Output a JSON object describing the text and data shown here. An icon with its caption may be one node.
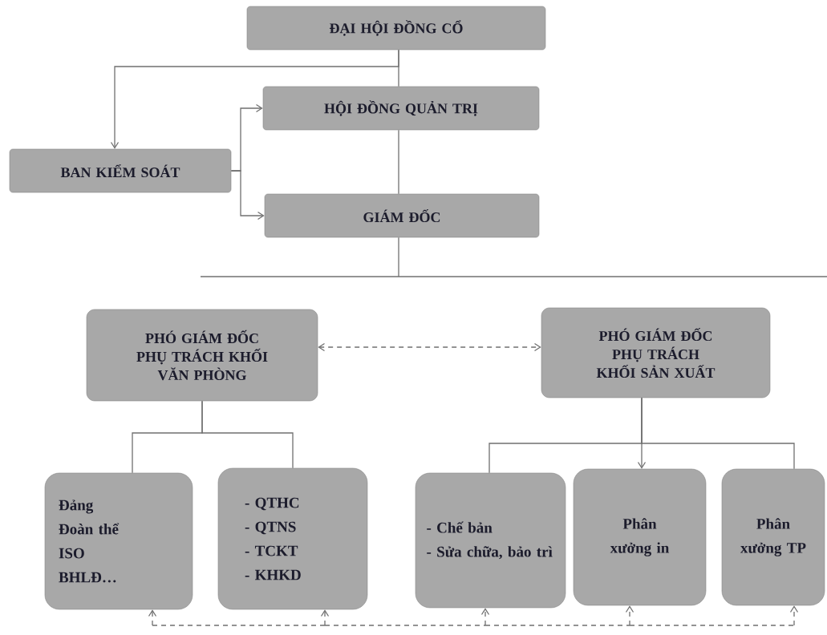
{
  "diagram": {
    "nodes": [
      {
        "text": [
          "ĐẠI HỘI ĐỒNG CỔ"
        ]
      },
      {
        "text": [
          "HỘI ĐỒNG QUẢN TRỊ"
        ]
      },
      {
        "text": [
          "BAN KIỂM SOÁT"
        ]
      },
      {
        "text": [
          "GIÁM ĐỐC"
        ]
      },
      {
        "text": [
          "PHÓ GIÁM ĐỐC PHỤ TRÁCH KHỐI VĂN PHÒNG"
        ]
      },
      {
        "text": [
          "PHÓ GIÁM ĐỐC PHỤ TRÁCH KHỐI SẢN XUẤT"
        ]
      },
      {
        "text": [
          "Đảng",
          "Đoàn thể",
          "ISO",
          "BHLĐ…"
        ]
      },
      {
        "text": [
          "- QTHC",
          "- QTNS",
          "- TCKT",
          "- KHKD"
        ]
      },
      {
        "text": [
          "- Chế bản",
          "- Sửa chữa, bảo trì"
        ]
      },
      {
        "text": [
          "Phân xưởng in"
        ]
      },
      {
        "text": [
          "Phân xưởng TP"
        ]
      }
    ],
    "edges": [
      {
        "from": 0,
        "to": 1,
        "arrow": "none"
      },
      {
        "from": 0,
        "to": 2,
        "arrow": "to"
      },
      {
        "from": 2,
        "to": 1,
        "arrow": "to"
      },
      {
        "from": 2,
        "to": 3,
        "arrow": "to"
      },
      {
        "from": 1,
        "to": 3,
        "arrow": "none"
      },
      {
        "from": 3,
        "to": null,
        "arrow": "none"
      },
      {
        "from": 4,
        "to": 5,
        "arrow": "both",
        "style": "dashed"
      },
      {
        "from": 4,
        "to": 6,
        "arrow": "none"
      },
      {
        "from": 4,
        "to": 7,
        "arrow": "none"
      },
      {
        "from": 5,
        "to": 8,
        "arrow": "none"
      },
      {
        "from": 5,
        "to": 9,
        "arrow": "to"
      },
      {
        "from": 5,
        "to": 10,
        "arrow": "none"
      },
      {
        "from": 6,
        "to": 7,
        "arrow": "both",
        "style": "dashed"
      },
      {
        "from": 7,
        "to": 8,
        "arrow": "both",
        "style": "dashed"
      },
      {
        "from": 8,
        "to": 9,
        "arrow": "both",
        "style": "dashed"
      },
      {
        "from": 9,
        "to": 10,
        "arrow": "both",
        "style": "dashed"
      }
    ]
  }
}
